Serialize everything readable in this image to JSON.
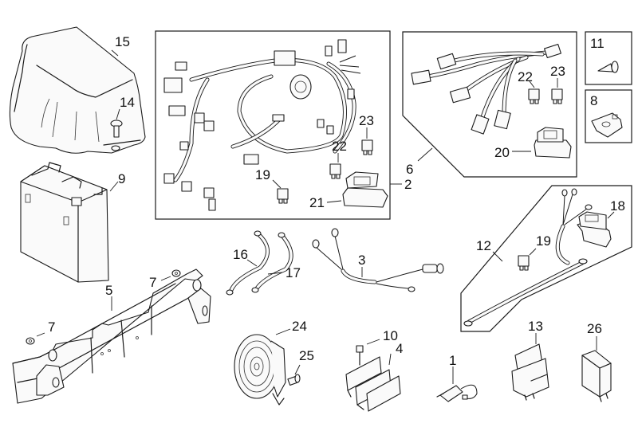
{
  "diagram": {
    "type": "exploded-parts-diagram",
    "subject": "Electrical system parts",
    "callouts": {
      "c1": "1",
      "c2": "2",
      "c3": "3",
      "c4": "4",
      "c5": "5",
      "c6": "6",
      "c7a": "7",
      "c7b": "7",
      "c8": "8",
      "c9": "9",
      "c10": "10",
      "c11": "11",
      "c12": "12",
      "c13": "13",
      "c14": "14",
      "c15": "15",
      "c16": "16",
      "c17": "17",
      "c18": "18",
      "c19a": "19",
      "c19b": "19",
      "c20": "20",
      "c21": "21",
      "c22a": "22",
      "c22b": "22",
      "c23a": "23",
      "c23b": "23",
      "c24": "24",
      "c25": "25",
      "c26": "26"
    },
    "groups": [
      {
        "id": "main-harness-kit",
        "callout": "2",
        "contains": [
          "19",
          "21",
          "22",
          "23"
        ]
      },
      {
        "id": "secondary-harness-kit",
        "callout": "6",
        "contains": [
          "20",
          "22",
          "23"
        ]
      },
      {
        "id": "battery-cable-kit",
        "callout": "12",
        "contains": [
          "18",
          "19"
        ]
      },
      {
        "id": "screw-detail",
        "callout": "11"
      },
      {
        "id": "clip-nut-detail",
        "callout": "8"
      }
    ],
    "parts": [
      {
        "callout": "15",
        "name": "battery cover"
      },
      {
        "callout": "14",
        "name": "screw"
      },
      {
        "callout": "9",
        "name": "battery"
      },
      {
        "callout": "5",
        "name": "battery support bracket"
      },
      {
        "callout": "7",
        "name": "washer"
      },
      {
        "callout": "2",
        "name": "main wiring harness"
      },
      {
        "callout": "6",
        "name": "secondary wiring harness"
      },
      {
        "callout": "19",
        "name": "fuse"
      },
      {
        "callout": "21",
        "name": "fuse holder"
      },
      {
        "callout": "22",
        "name": "fuse"
      },
      {
        "callout": "23",
        "name": "fuse"
      },
      {
        "callout": "20",
        "name": "fuse holder"
      },
      {
        "callout": "11",
        "name": "self-tapping screw"
      },
      {
        "callout": "8",
        "name": "clip nut"
      },
      {
        "callout": "16",
        "name": "ground cable"
      },
      {
        "callout": "17",
        "name": "ground cable"
      },
      {
        "callout": "3",
        "name": "wiring lead"
      },
      {
        "callout": "12",
        "name": "battery cable"
      },
      {
        "callout": "18",
        "name": "fuse holder"
      },
      {
        "callout": "24",
        "name": "horn"
      },
      {
        "callout": "25",
        "name": "screw"
      },
      {
        "callout": "10",
        "name": "screw"
      },
      {
        "callout": "4",
        "name": "voltage regulator"
      },
      {
        "callout": "1",
        "name": "switch"
      },
      {
        "callout": "13",
        "name": "relay"
      },
      {
        "callout": "26",
        "name": "relay"
      }
    ]
  }
}
